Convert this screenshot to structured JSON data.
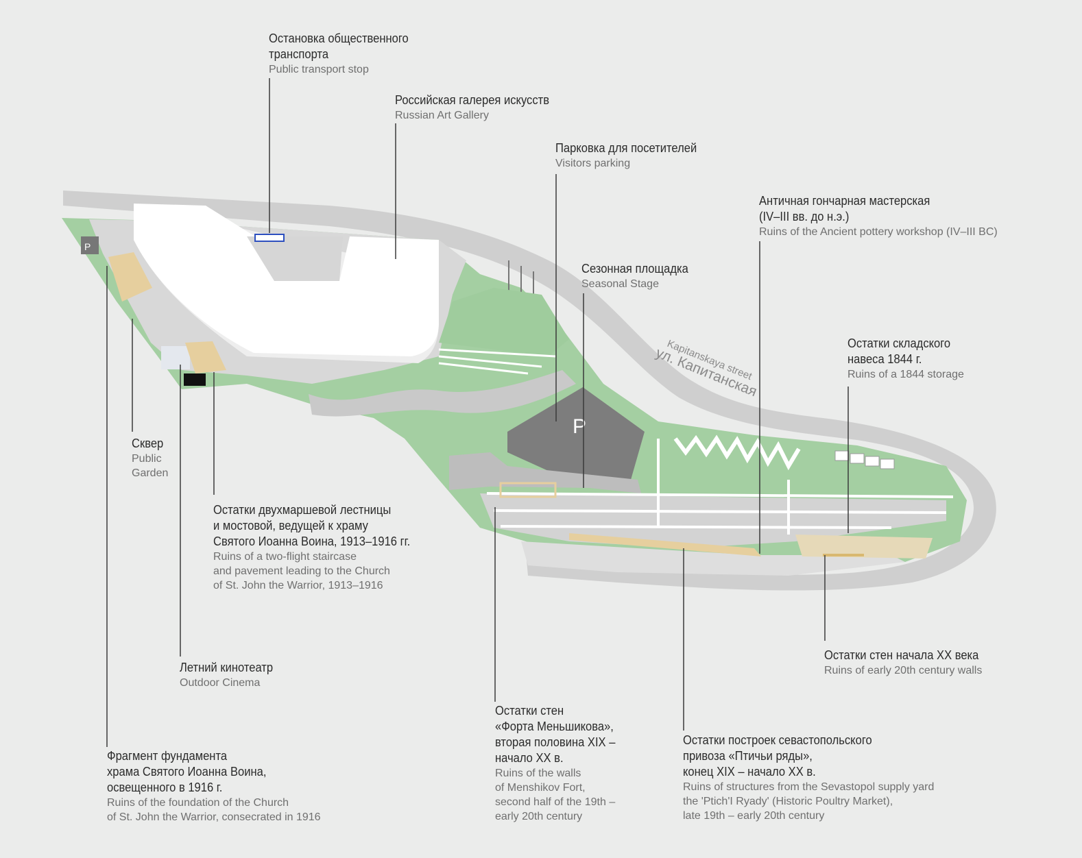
{
  "map": {
    "colors": {
      "background": "#ebeceb",
      "green": "#9fcc9d",
      "road": "#c9c9c9",
      "building": "#ffffff",
      "parking": "#7d7d7d",
      "ruins": "#e6cf9e"
    },
    "street_label_en": "Kapitanskaya street",
    "street_label_ru": "ул. Капитанская",
    "parking_letter": "P",
    "parking_icon": "wheelchair-parking-icon",
    "transport_icon": "bus-stop-icon"
  },
  "callouts": [
    {
      "ru": "Остановка общественного\nтранспорта",
      "en": "Public transport stop"
    },
    {
      "ru": "Российская галерея искусств",
      "en": "Russian Art Gallery"
    },
    {
      "ru": "Парковка для посетителей",
      "en": "Visitors parking"
    },
    {
      "ru": "Античная гончарная мастерская\n(IV–III вв. до н.э.)",
      "en": "Ruins of the Ancient pottery workshop (IV–III BC)"
    },
    {
      "ru": "Сезонная площадка",
      "en": "Seasonal Stage"
    },
    {
      "ru": "Остатки складского\nнавеса 1844 г.",
      "en": "Ruins of a 1844 storage"
    },
    {
      "ru": "Сквер",
      "en": "Public\nGarden"
    },
    {
      "ru": "Остатки двухмаршевой лестницы\nи мостовой, ведущей к храму\nСвятого Иоанна Воина, 1913–1916 гг.",
      "en": "Ruins of a two-flight staircase\nand pavement leading to the Church\nof St. John the Warrior, 1913–1916"
    },
    {
      "ru": "Летний кинотеатр",
      "en": "Outdoor Cinema"
    },
    {
      "ru": "Остатки стен начала XX века",
      "en": "Ruins of early 20th century walls"
    },
    {
      "ru": "Остатки стен\n«Форта Меньшикова»,\nвторая половина XIX –\nначало XX в.",
      "en": "Ruins of the walls\nof Menshikov Fort,\nsecond half of the 19th –\nearly 20th century"
    },
    {
      "ru": "Остатки построек севастопольского\nпривоза «Птичьи ряды»,\nконец XIX – начало XX в.",
      "en": "Ruins of structures from the Sevastopol supply yard\nthe 'Ptich'I Ryady' (Historic Poultry Market),\nlate 19th – early 20th century"
    },
    {
      "ru": "Фрагмент фундамента\nхрама Святого Иоанна Воина,\nосвещенного в 1916 г.",
      "en": "Ruins of the foundation of the Church\nof St. John the Warrior, consecrated in 1916"
    }
  ]
}
